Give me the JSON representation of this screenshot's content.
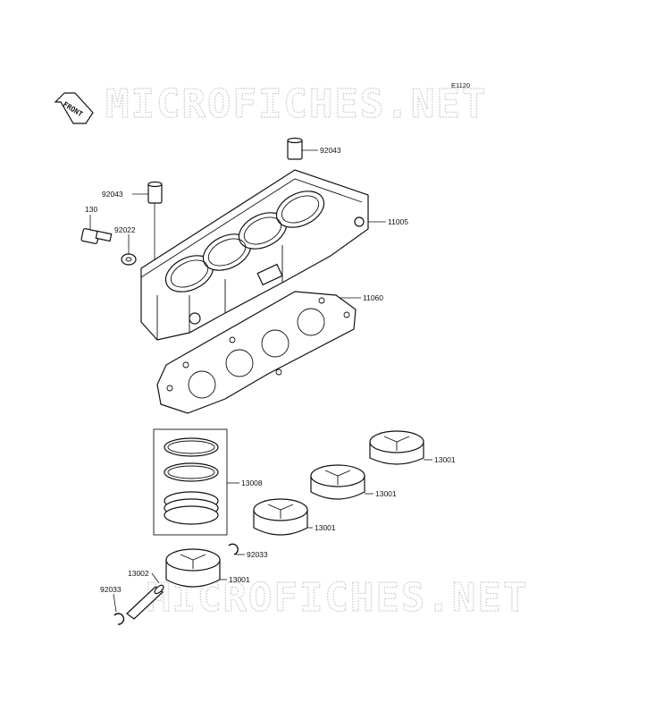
{
  "diagram_code": "E1120",
  "watermark": {
    "text": "MICROFICHES.NET"
  },
  "front_label": "FRONT",
  "parts": [
    {
      "id": "dowel-top",
      "number": "92043"
    },
    {
      "id": "dowel-left",
      "number": "92043"
    },
    {
      "id": "bolt",
      "number": "130"
    },
    {
      "id": "washer",
      "number": "92022"
    },
    {
      "id": "cylinder-block",
      "number": "11005"
    },
    {
      "id": "base-gasket",
      "number": "11060"
    },
    {
      "id": "piston-ring-set",
      "number": "13008"
    },
    {
      "id": "piston-4",
      "number": "13001"
    },
    {
      "id": "piston-3",
      "number": "13001"
    },
    {
      "id": "piston-2",
      "number": "13001"
    },
    {
      "id": "piston-1",
      "number": "13001"
    },
    {
      "id": "snap-ring-right",
      "number": "92033"
    },
    {
      "id": "piston-pin",
      "number": "13002"
    },
    {
      "id": "snap-ring-left",
      "number": "92033"
    }
  ]
}
